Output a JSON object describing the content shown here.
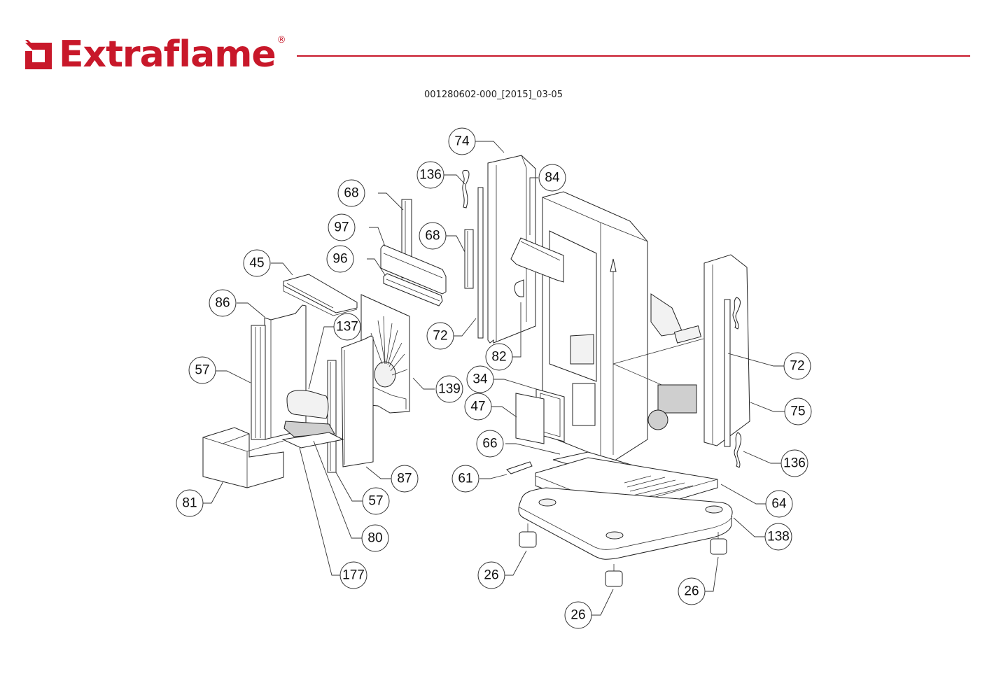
{
  "header": {
    "brand": "Extraflame",
    "registered_mark": "®",
    "brand_color": "#c8182a",
    "document_code": "001280602-000_[2015]_03-05"
  },
  "diagram": {
    "title": "Exploded view — stove body assembly",
    "callouts": [
      {
        "id": "c74",
        "label": "74"
      },
      {
        "id": "c136a",
        "label": "136"
      },
      {
        "id": "c84",
        "label": "84"
      },
      {
        "id": "c68a",
        "label": "68"
      },
      {
        "id": "c97",
        "label": "97"
      },
      {
        "id": "c68b",
        "label": "68"
      },
      {
        "id": "c45",
        "label": "45"
      },
      {
        "id": "c96",
        "label": "96"
      },
      {
        "id": "c86",
        "label": "86"
      },
      {
        "id": "c137",
        "label": "137"
      },
      {
        "id": "c72a",
        "label": "72"
      },
      {
        "id": "c82",
        "label": "82"
      },
      {
        "id": "c57a",
        "label": "57"
      },
      {
        "id": "c139",
        "label": "139"
      },
      {
        "id": "c34",
        "label": "34"
      },
      {
        "id": "c72b",
        "label": "72"
      },
      {
        "id": "c47",
        "label": "47"
      },
      {
        "id": "c75",
        "label": "75"
      },
      {
        "id": "c66",
        "label": "66"
      },
      {
        "id": "c136b",
        "label": "136"
      },
      {
        "id": "c87",
        "label": "87"
      },
      {
        "id": "c61",
        "label": "61"
      },
      {
        "id": "c81",
        "label": "81"
      },
      {
        "id": "c57b",
        "label": "57"
      },
      {
        "id": "c64",
        "label": "64"
      },
      {
        "id": "c80",
        "label": "80"
      },
      {
        "id": "c138",
        "label": "138"
      },
      {
        "id": "c177",
        "label": "177"
      },
      {
        "id": "c26a",
        "label": "26"
      },
      {
        "id": "c26b",
        "label": "26"
      },
      {
        "id": "c26c",
        "label": "26"
      }
    ]
  }
}
